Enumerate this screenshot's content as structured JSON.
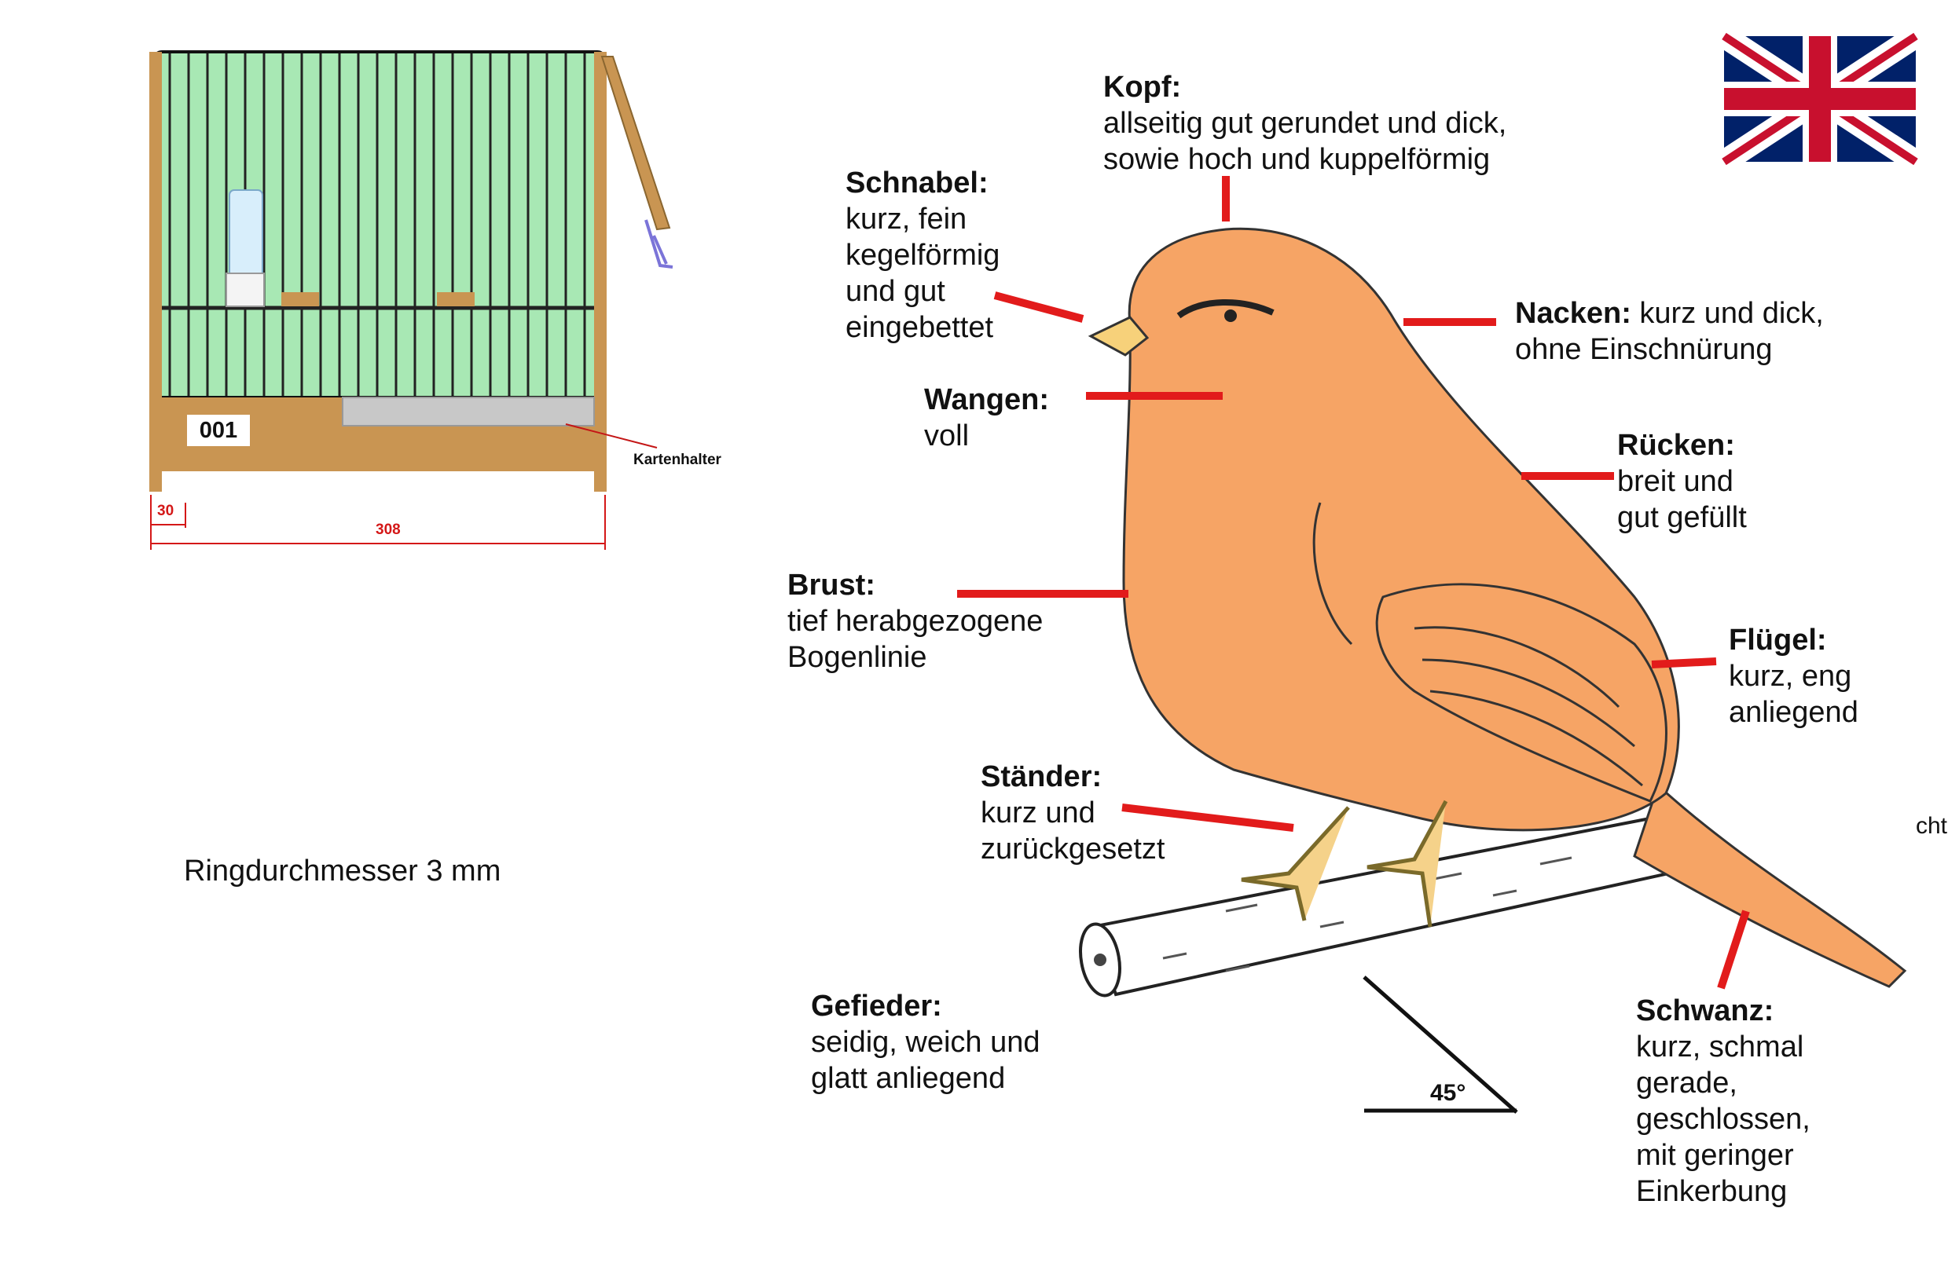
{
  "cage": {
    "card_number": "001",
    "card_holder_label": "Kartenhalter",
    "dim_small": "30",
    "dim_width": "308"
  },
  "ring_info": "Ringdurchmesser  3 mm",
  "angle_label": "45°",
  "cut_text": "cht",
  "flag_icon": "uk-flag-icon",
  "colors": {
    "bird": "#f6a465",
    "cage_bars": "#a8e8b4",
    "wood": "#c99552",
    "pointer": "#e21b1b"
  },
  "labels": {
    "kopf": {
      "title": "Kopf:",
      "body": "allseitig gut gerundet und dick,\nsowie hoch und kuppelförmig"
    },
    "schnabel": {
      "title": "Schnabel:",
      "body": "kurz, fein\nkegelförmig\nund gut\neingebettet"
    },
    "nacken": {
      "title": "Nacken:",
      "inline": "kurz und dick,",
      "body": "ohne Einschnürung"
    },
    "wangen": {
      "title": "Wangen:",
      "body": "voll"
    },
    "ruecken": {
      "title": "Rücken:",
      "body": "breit und\ngut gefüllt"
    },
    "brust": {
      "title": "Brust:",
      "body": "tief herabgezogene\nBogenlinie"
    },
    "fluegel": {
      "title": "Flügel:",
      "body": "kurz, eng\nanliegend"
    },
    "staender": {
      "title": "Ständer:",
      "body": "kurz und\nzurückgesetzt"
    },
    "gefieder": {
      "title": "Gefieder:",
      "body": "seidig, weich und\nglatt anliegend"
    },
    "schwanz": {
      "title": "Schwanz:",
      "body": "kurz, schmal\ngerade,\ngeschlossen,\nmit geringer\nEinkerbung"
    }
  }
}
